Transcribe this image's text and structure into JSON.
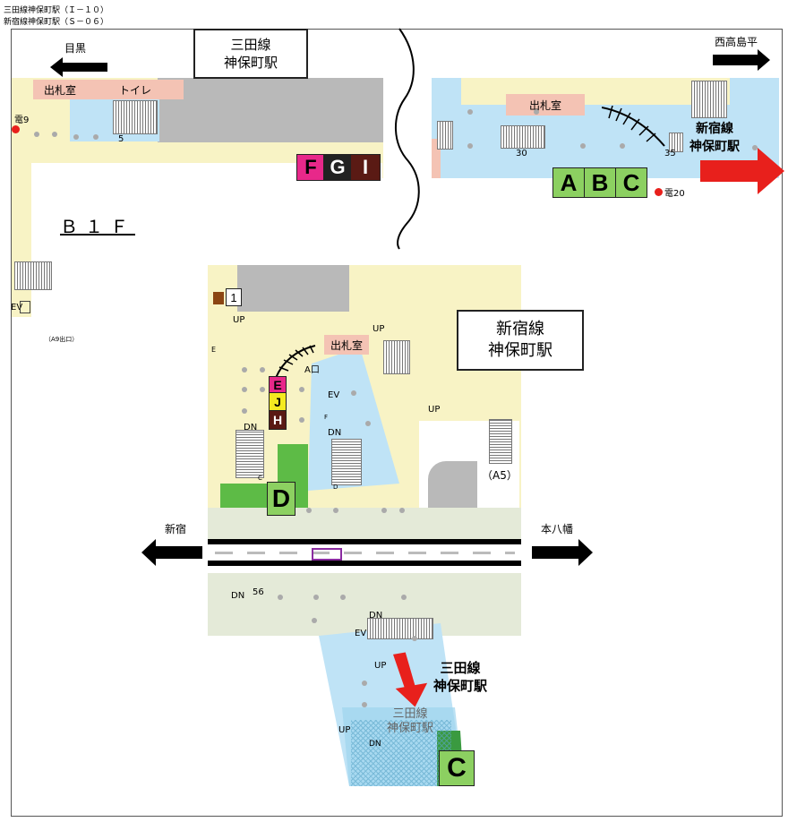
{
  "header": {
    "line1": "三田線神保町駅（Ｉ－１０）",
    "line2": "新宿線神保町駅（Ｓ－０６）"
  },
  "top_left": {
    "station_line": "三田線",
    "station_name": "神保町駅",
    "direction_left": "目黒",
    "room_ticket": "出札室",
    "room_toilet": "トイレ",
    "phone": "電9",
    "floor": "Ｂ１Ｆ",
    "exit_a9": "（A9出口）",
    "ev_label": "EV",
    "stair_num": "5",
    "exits": [
      {
        "label": "F",
        "color": "#e8288a"
      },
      {
        "label": "G",
        "color": "#ffffff"
      },
      {
        "label": "I",
        "color": "#5a1a14"
      }
    ]
  },
  "top_right": {
    "direction_right": "西高島平",
    "room_ticket": "出札室",
    "station_label_line1": "新宿線",
    "station_label_line2": "神保町駅",
    "phone": "電20",
    "stair_num1": "30",
    "stair_num2": "35",
    "exits": [
      "A",
      "B",
      "C"
    ]
  },
  "lower": {
    "station_box_line1": "新宿線",
    "station_box_line2": "神保町駅",
    "direction_left": "新宿",
    "direction_right": "本八幡",
    "ticket_room": "出札室",
    "a_gate": "A口",
    "exit_a5": "（A5）",
    "exit_1": "1",
    "exit_d": "D",
    "exit_c": "C",
    "label_e": "E",
    "label_f": "F",
    "label_c": "C",
    "label_d": "D",
    "up": "UP",
    "dn": "DN",
    "ev": "EV",
    "dn_num": "56",
    "stack_exits": [
      {
        "label": "E",
        "color": "#e8288a"
      },
      {
        "label": "J",
        "color": "#f4ea20"
      },
      {
        "label": "H",
        "color": "#5a1a14"
      }
    ],
    "mita_line1": "三田線",
    "mita_line2": "神保町駅",
    "mita_faint_line1": "三田線",
    "mita_faint_line2": "神保町駅"
  },
  "colors": {
    "platform_blue": "#bfe3f6",
    "concourse_yellow": "#f8f3c5",
    "gray_block": "#b9b9b9",
    "green": "#5dbb46",
    "red_arrow": "#e8201c"
  }
}
